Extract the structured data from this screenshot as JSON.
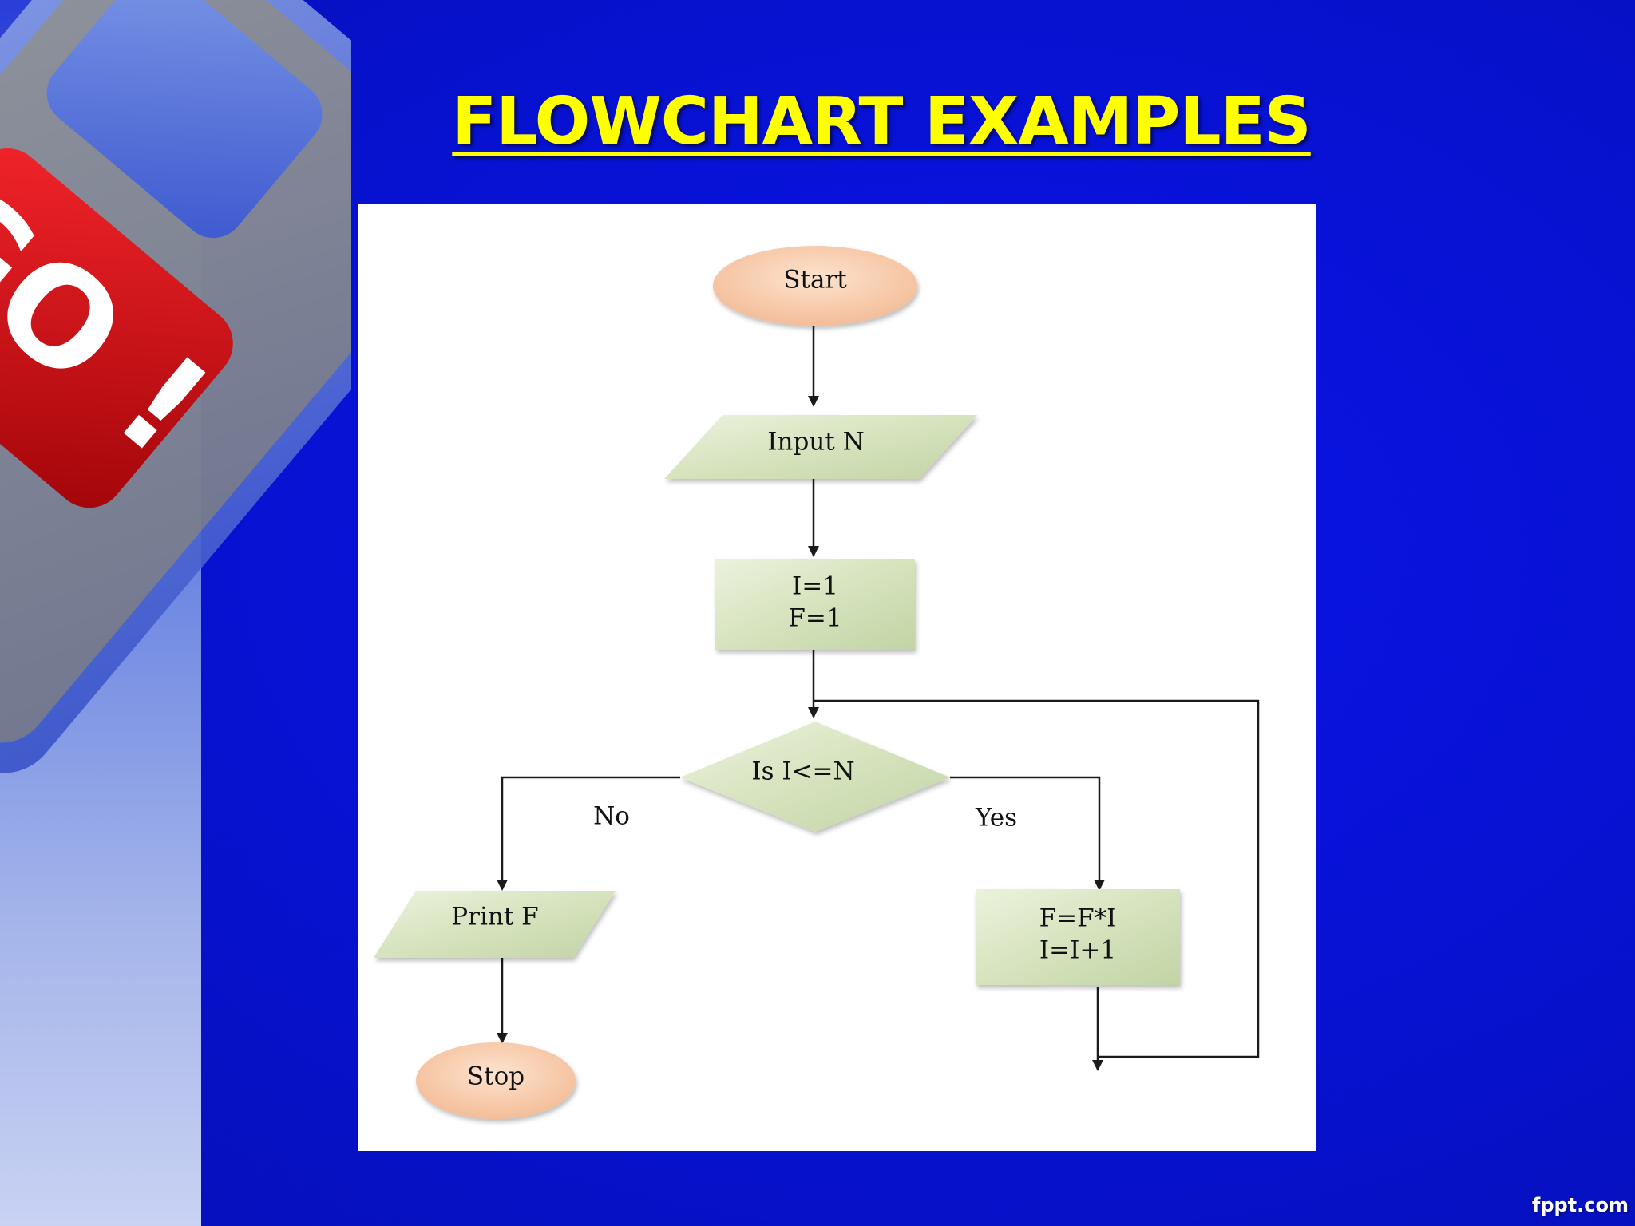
{
  "slide": {
    "title": "FLOWCHART EXAMPLES",
    "watermark": "fppt.com",
    "title_color": "#ffff00",
    "background_color": "#0712d6"
  },
  "flowchart": {
    "nodes": {
      "start": "Start",
      "input": "Input N",
      "init_line1": "I=1",
      "init_line2": "F=1",
      "decision": "Is I<=N",
      "print": "Print F",
      "stop": "Stop",
      "update_line1": "F=F*I",
      "update_line2": "I=I+1"
    },
    "edges": {
      "no_label": "No",
      "yes_label": "Yes"
    },
    "colors": {
      "terminal_fill": "#f7c7a3",
      "process_fill": "#d3e1bb",
      "line": "#1a1a1a"
    }
  },
  "decor": {
    "go_button_text": "GO !",
    "go_button_color": "#d40d12"
  }
}
